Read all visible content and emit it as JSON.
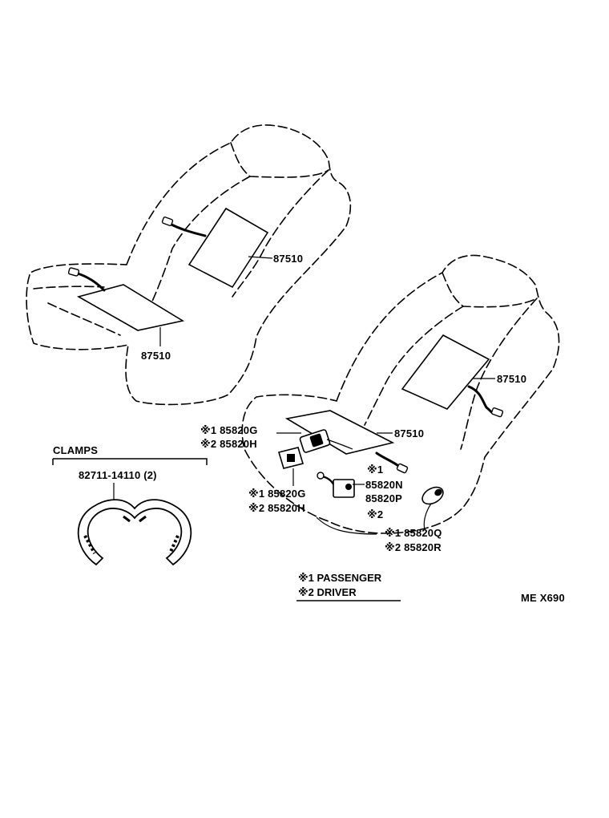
{
  "labels": {
    "top_seat_back_pad": "87510",
    "top_seat_cushion_pad": "87510",
    "lower_seat_back_pad": "87510",
    "lower_seat_cushion_pad": "87510",
    "switch_upper_1": "※1 85820G",
    "switch_upper_2": "※2 85820H",
    "switch_lower_1": "※1 85820G",
    "switch_lower_2": "※2 85820H",
    "plug_mark_1": "※1",
    "plug_part_n": "85820N",
    "plug_part_p": "85820P",
    "plug_mark_2": "※2",
    "connector_1": "※1 85820Q",
    "connector_2": "※2 85820R"
  },
  "clamps": {
    "title": "CLAMPS",
    "part": "82711-14110 (2)"
  },
  "legend": {
    "item1": "※1 PASSENGER",
    "item2": "※2 DRIVER"
  },
  "footer": {
    "code": "ME  X690"
  }
}
